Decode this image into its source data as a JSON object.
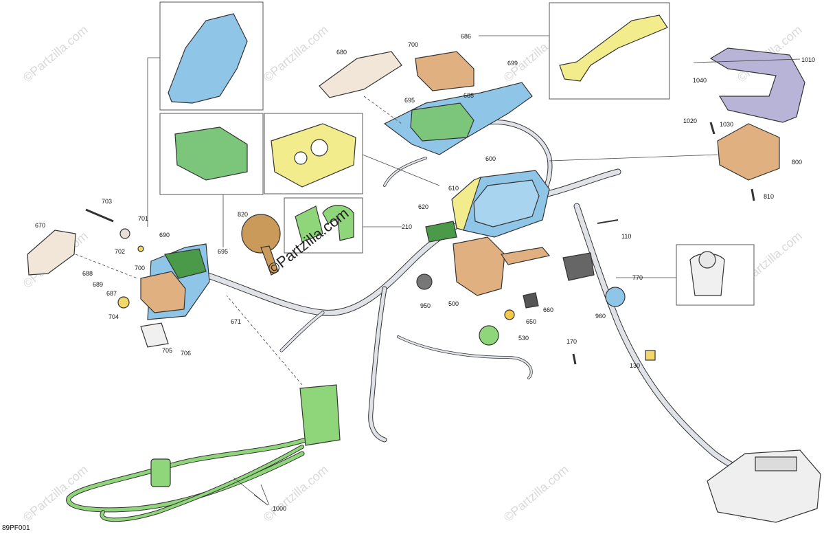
{
  "figure_code": "89PF001",
  "center_watermark": "©Partzilla.com",
  "watermark_text": "©Partzilla.com",
  "callouts": {
    "c686": "686",
    "c700_top": "700",
    "c699": "699",
    "c680": "680",
    "c685": "685",
    "c695_top": "695",
    "c1010": "1010",
    "c1040": "1040",
    "c1030": "1030",
    "c1020": "1020",
    "c800": "800",
    "c810": "810",
    "c600": "600",
    "c610": "610",
    "c620": "620",
    "c210": "210",
    "c110": "110",
    "c703": "703",
    "c670": "670",
    "c701": "701",
    "c690": "690",
    "c820": "820",
    "c695_mid": "695",
    "c702": "702",
    "c700_left": "700",
    "c688": "688",
    "c689": "689",
    "c687": "687",
    "c704": "704",
    "c671": "671",
    "c705": "705",
    "c706": "706",
    "c770": "770",
    "c950": "950",
    "c500": "500",
    "c660": "660",
    "c650": "650",
    "c530": "530",
    "c960": "960",
    "c170": "170",
    "c130": "130",
    "c1000": "1000"
  },
  "colors": {
    "blue_part": "#8fc6e8",
    "green_part": "#7cc67c",
    "tan_part": "#e0b080",
    "yellow_part": "#f2ec8c",
    "harness": "#d8dde2",
    "purple_part": "#b8b4d8",
    "outline": "#333333",
    "leader": "#444444"
  }
}
